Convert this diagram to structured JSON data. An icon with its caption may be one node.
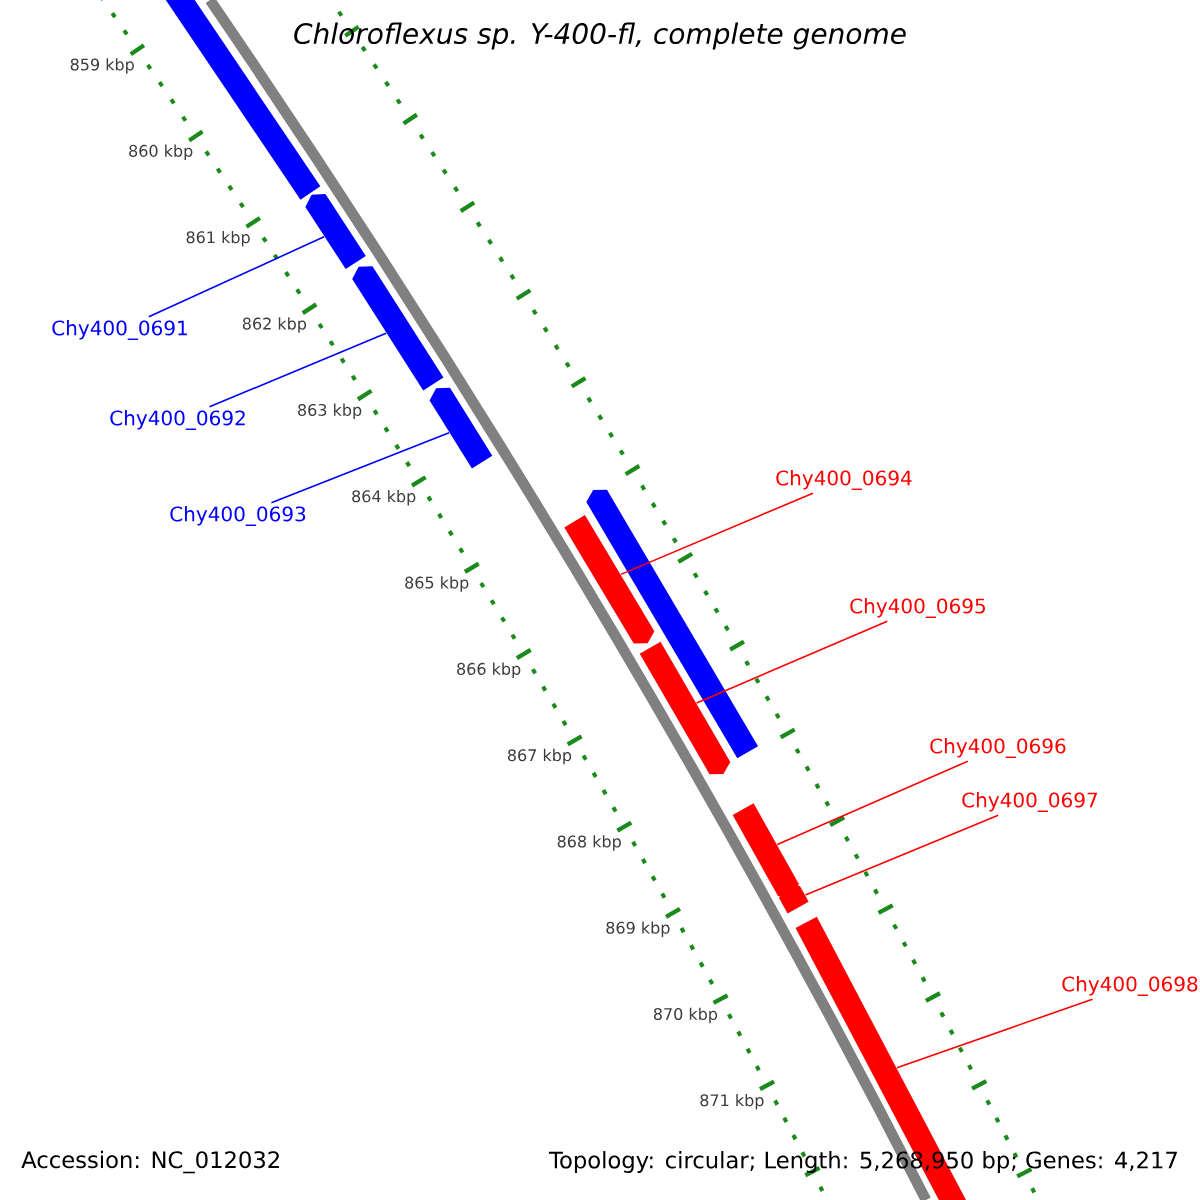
{
  "diagram": {
    "title": "*Chloroflexus sp. Y-400-fl, complete genome*",
    "nodes": [
      {
        "text": [
          "Chy400_0691"
        ]
      },
      {
        "text": [
          "Chy400_0692"
        ]
      },
      {
        "text": [
          "Chy400_0693"
        ]
      },
      {
        "text": [
          "Chy400_0694"
        ]
      },
      {
        "text": [
          "Chy400_0695"
        ]
      },
      {
        "text": [
          "Chy400_0696"
        ]
      },
      {
        "text": [
          "Chy400_0697"
        ]
      },
      {
        "text": [
          "Chy400_0698"
        ]
      },
      {
        "text": [],
        "shape": "arrow"
      },
      {
        "text": [],
        "shape": "arrow"
      },
      {
        "text": [],
        "shape": "arrow"
      },
      {
        "text": [],
        "shape": "arrow"
      },
      {
        "text": [],
        "shape": "arrow"
      },
      {
        "text": [],
        "shape": "arrow"
      },
      {
        "text": [],
        "shape": "arrow"
      },
      {
        "text": [],
        "shape": "arrow"
      },
      {
        "text": [],
        "shape": "arrow"
      },
      {
        "text": [],
        "shape": "arrow"
      }
    ],
    "edges": [
      {
        "from": 0,
        "to": 9,
        "arrow": "none",
        "color": "#0000ff"
      },
      {
        "from": 1,
        "to": 10,
        "arrow": "none",
        "color": "#0000ff"
      },
      {
        "from": 2,
        "to": 11,
        "arrow": "none",
        "color": "#0000ff"
      },
      {
        "from": 3,
        "to": 13,
        "arrow": "none"
      },
      {
        "from": 4,
        "to": 14,
        "arrow": "none"
      },
      {
        "from": 5,
        "to": 15,
        "arrow": "none"
      },
      {
        "from": 6,
        "to": 16,
        "arrow": "none"
      },
      {
        "from": 7,
        "to": 17,
        "arrow": "none"
      }
    ],
    "labels": [
      "859 kbp",
      "860 kbp",
      "861 kbp",
      "862 kbp",
      "863 kbp",
      "864 kbp",
      "865 kbp",
      "866 kbp",
      "867 kbp",
      "868 kbp",
      "869 kbp",
      "870 kbp",
      "871 kbp",
      "Accession: NC_012032",
      "Topology: circular; Length: 5,268,950 bp; Genes: 4,217"
    ]
  }
}
